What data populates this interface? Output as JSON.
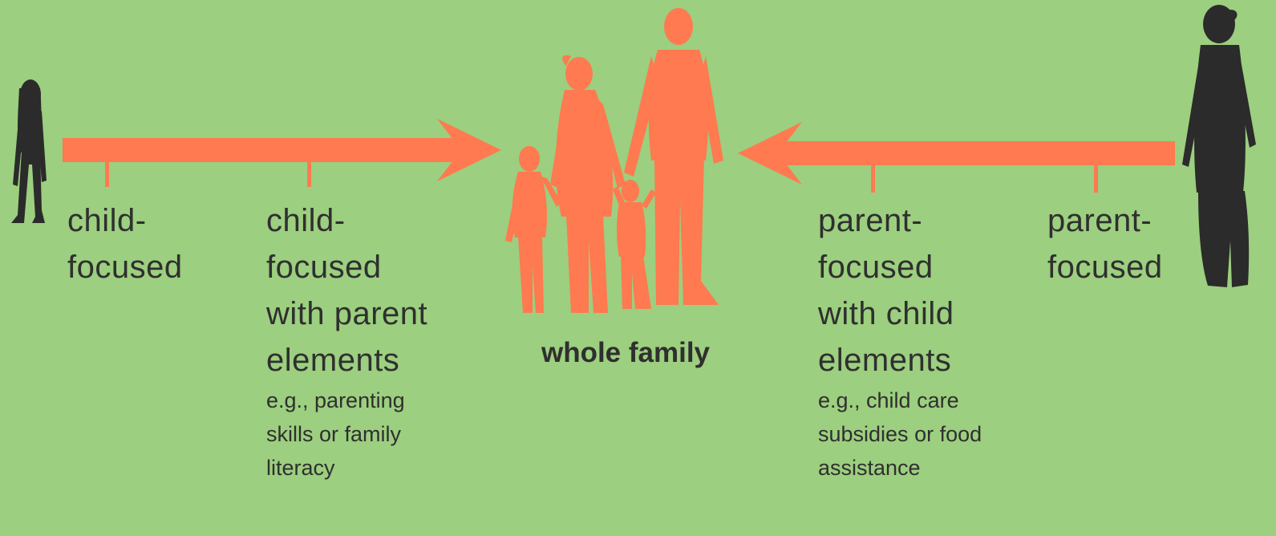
{
  "center": {
    "title": "whole family"
  },
  "labels": {
    "child_focused": {
      "lines": [
        "child-",
        "focused"
      ]
    },
    "child_with_parent": {
      "lines": [
        "child-",
        "focused",
        "with parent",
        "elements"
      ],
      "example": [
        "e.g., parenting",
        "skills or family",
        "literacy"
      ]
    },
    "parent_with_child": {
      "lines": [
        "parent-",
        "focused",
        "with child",
        "elements"
      ],
      "example": [
        "e.g., child care",
        "subsidies or food",
        "assistance"
      ]
    },
    "parent_focused": {
      "lines": [
        "parent-",
        "focused"
      ]
    }
  },
  "colors": {
    "background": "#9ccf7f",
    "accent": "#ff7a50",
    "silhouette": "#2b2b2b",
    "text": "#2f2f2f"
  }
}
